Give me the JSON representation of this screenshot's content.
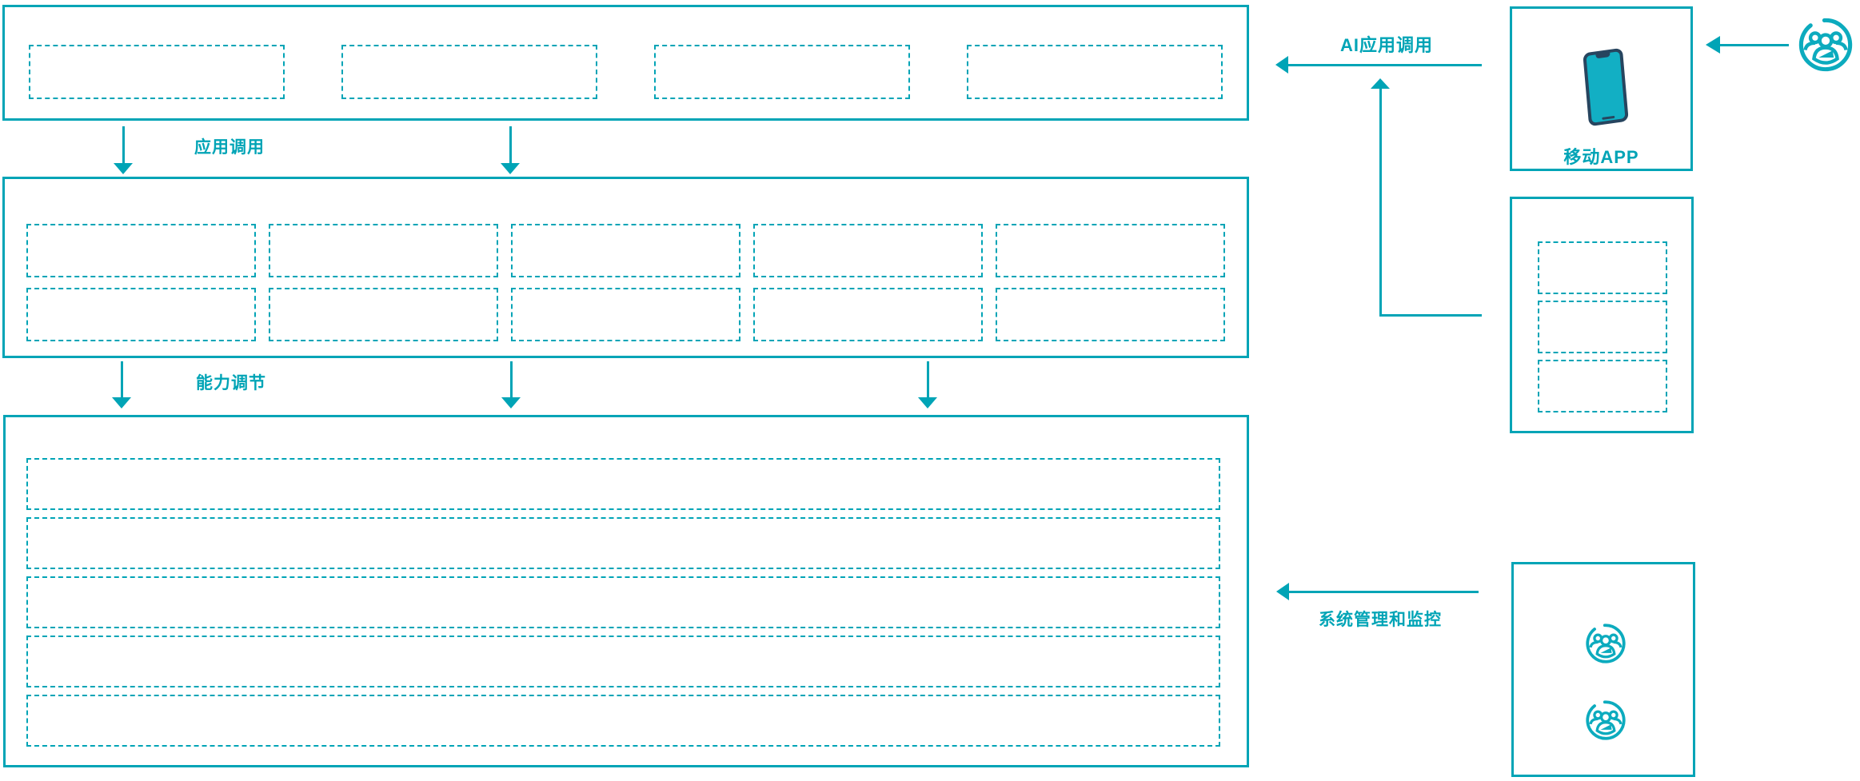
{
  "colors": {
    "line": "#00A4B6",
    "icon": "#0CABBE",
    "phone_screen": "#12AFC4",
    "phone_frame": "#27455F"
  },
  "flow_labels": {
    "app_call": "应用调用",
    "capability_adjust": "能力调节",
    "ai_app_call": "AI应用调用",
    "system_monitor": "系统管理和监控"
  },
  "top_layer": {
    "placeholder_count": 4
  },
  "middle_layer": {
    "rows": 2,
    "cols": 5,
    "cell_count": 10
  },
  "bottom_layer": {
    "row_count": 5
  },
  "right_panel": {
    "mobile_box": {
      "label": "移动APP",
      "icon": "smartphone-icon"
    },
    "component_box": {
      "placeholder_count": 3
    },
    "admin_box": {
      "icons": [
        "users-group-icon",
        "users-group-icon"
      ]
    }
  },
  "external_user": {
    "icon": "users-group-icon"
  }
}
